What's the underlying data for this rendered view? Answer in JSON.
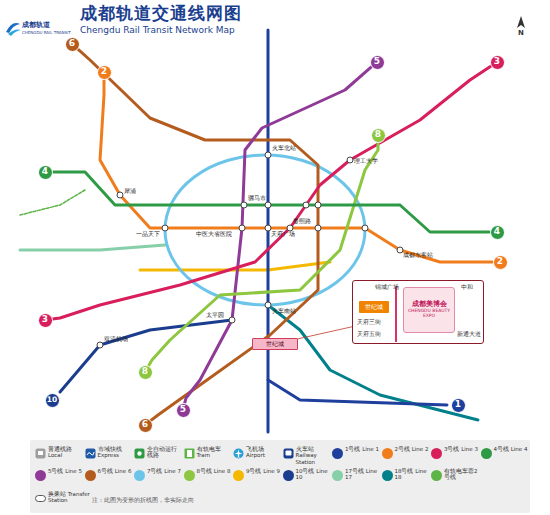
{
  "diagram": {
    "title": "成都轨道交通线网图",
    "nodes": [
      {
        "text": [
          "6"
        ]
      },
      {
        "text": [
          "2"
        ]
      },
      {
        "text": [
          "5"
        ]
      },
      {
        "text": [
          "3"
        ]
      },
      {
        "text": [
          "8"
        ]
      },
      {
        "text": [
          "4"
        ]
      },
      {
        "text": [
          "4"
        ]
      },
      {
        "text": [
          "2"
        ]
      },
      {
        "text": [
          "锦城广场",
          "中和",
          "天府三街",
          "天府五街",
          "新通大道"
        ]
      },
      {
        "text": [
          "成都美博会",
          "CHENGDU BEAUTY EXPO"
        ],
        "in": 8
      },
      {
        "text": [
          "世纪城"
        ],
        "in": 8
      },
      {
        "text": [
          "3"
        ]
      },
      {
        "text": [
          "世纪城"
        ]
      },
      {
        "text": [
          "8"
        ]
      },
      {
        "text": [
          "10"
        ]
      },
      {
        "text": [
          "1"
        ]
      },
      {
        "text": [
          "5"
        ]
      },
      {
        "text": [
          "6"
        ]
      }
    ],
    "edges": [
      {
        "from": 0,
        "to": 17,
        "arrow": "none"
      },
      {
        "from": 1,
        "to": 7,
        "arrow": "none"
      },
      {
        "from": 2,
        "to": 16,
        "arrow": "none"
      },
      {
        "from": 3,
        "to": 11,
        "arrow": "none"
      },
      {
        "from": 4,
        "to": 13,
        "arrow": "none"
      },
      {
        "from": 5,
        "to": 6,
        "arrow": "none"
      },
      {
        "from": 12,
        "to": 8,
        "arrow": "none"
      }
    ],
    "labels": [
      "成都轨道",
      "CHENGDU RAIL TRANSIT",
      "Chengdu Rail Transit Network Map",
      "N",
      "火车北站",
      "一品天下",
      "骡马市",
      "中医大省医院",
      "天府广场",
      "春熙路",
      "成都东客站",
      "犀浦",
      "火车南站",
      "太平园",
      "双流机场",
      "理工大学",
      "注：此图为变形的折线图，非实际走向"
    ],
    "legend": [
      {
        "text": "普通线路 Local"
      },
      {
        "text": "市域快线 Express"
      },
      {
        "text": "全自动运行线路"
      },
      {
        "text": "有轨电车 Tram"
      },
      {
        "text": "飞机场 Airport"
      },
      {
        "text": "火车站 Railway Station"
      },
      {
        "text": "1号线 Line 1",
        "color": "#1e3f9c"
      },
      {
        "text": "2号线 Line 2",
        "color": "#f07c1b"
      },
      {
        "text": "3号线 Line 3",
        "color": "#d81e5b"
      },
      {
        "text": "4号线 Line 4",
        "color": "#2e9a45"
      },
      {
        "text": "5号线 Line 5",
        "color": "#8e3a96"
      },
      {
        "text": "6号线 Line 6",
        "color": "#b35c1e"
      },
      {
        "text": "7号线 Line 7",
        "color": "#6cc5e9"
      },
      {
        "text": "8号线 Line 8",
        "color": "#8dc63f"
      },
      {
        "text": "9号线 Line 9",
        "color": "#f5b800"
      },
      {
        "text": "10号线 Line 10",
        "color": "#1a3d8f"
      },
      {
        "text": "17号线 Line 17",
        "color": "#86cfa8"
      },
      {
        "text": "18号线 Line 18",
        "color": "#00808a"
      },
      {
        "text": "有轨电车蓉2号线",
        "color": "#5db548"
      },
      {
        "text": "换乘站 Transfer Station"
      }
    ]
  }
}
